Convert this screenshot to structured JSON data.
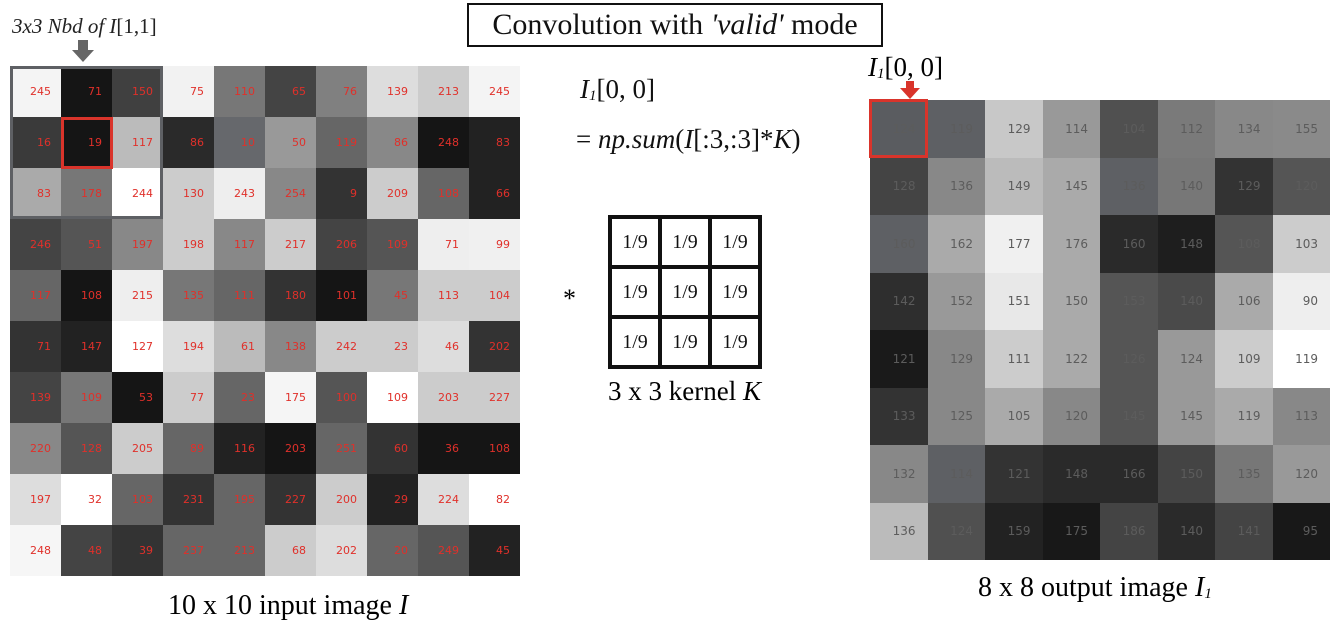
{
  "title": {
    "prefix": "Convolution with ",
    "mode": "'valid'",
    "suffix": " mode"
  },
  "nbd_label": {
    "text": "3x3 Nbd of ",
    "var": "I",
    "index": "[1,1]"
  },
  "formula": {
    "lhs_var": "I",
    "lhs_sub": "1",
    "lhs_index": "[0, 0]",
    "rhs_prefix": "= ",
    "rhs_fn": "np.sum",
    "rhs_open": "(",
    "rhs_var": "I",
    "rhs_slice": "[:3,:3]*",
    "rhs_k": "K",
    "rhs_close": ")"
  },
  "kernel": {
    "cells": [
      "1/9",
      "1/9",
      "1/9",
      "1/9",
      "1/9",
      "1/9",
      "1/9",
      "1/9",
      "1/9"
    ],
    "operator": "*",
    "caption": "3 x 3 kernel ",
    "caption_var": "K"
  },
  "output_label": {
    "var": "I",
    "sub": "1",
    "index": "[0, 0]"
  },
  "input_caption": {
    "text": "10 x 10  input image ",
    "var": "I"
  },
  "output_caption": {
    "text": "8 x 8 output image ",
    "var": "I",
    "sub": "1"
  },
  "colors": {
    "highlight": "#d9342b",
    "neighborhood": "#5e6064",
    "input_text": "#e0302a",
    "output_text": "#5c5c5c"
  },
  "input_image": {
    "values": [
      [
        245,
        71,
        150,
        75,
        110,
        65,
        76,
        139,
        213,
        245
      ],
      [
        16,
        19,
        117,
        86,
        10,
        50,
        119,
        86,
        248,
        83
      ],
      [
        83,
        178,
        244,
        130,
        243,
        254,
        9,
        209,
        108,
        66
      ],
      [
        246,
        51,
        197,
        198,
        117,
        217,
        206,
        109,
        71,
        99
      ],
      [
        117,
        108,
        215,
        135,
        111,
        180,
        101,
        45,
        113,
        104
      ],
      [
        71,
        147,
        127,
        194,
        61,
        138,
        242,
        23,
        46,
        202
      ],
      [
        139,
        109,
        53,
        77,
        23,
        175,
        100,
        109,
        203,
        227
      ],
      [
        220,
        128,
        205,
        89,
        116,
        203,
        251,
        60,
        36,
        108
      ],
      [
        197,
        32,
        103,
        231,
        195,
        227,
        200,
        29,
        224,
        82
      ],
      [
        248,
        48,
        39,
        237,
        213,
        68,
        202,
        20,
        249,
        45
      ]
    ],
    "shades": [
      [
        "#f4f4f4",
        "#151515",
        "#404040",
        "#f2f2f2",
        "#777777",
        "#444444",
        "#808080",
        "#dddddd",
        "#cccccc",
        "#f4f4f4"
      ],
      [
        "#3a3a3a",
        "#151515",
        "#bbbbbb",
        "#2a2a2a",
        "#66686c",
        "#999999",
        "#666666",
        "#888888",
        "#151515",
        "#222222"
      ],
      [
        "#aaaaaa",
        "#777777",
        "#ffffff",
        "#cccccc",
        "#eeeeee",
        "#888888",
        "#333333",
        "#cccccc",
        "#666666",
        "#222222"
      ],
      [
        "#444444",
        "#555555",
        "#888888",
        "#cccccc",
        "#888888",
        "#cccccc",
        "#444444",
        "#555555",
        "#eeeeee",
        "#f0f0f0"
      ],
      [
        "#666666",
        "#151515",
        "#eeeeee",
        "#777777",
        "#666666",
        "#333333",
        "#151515",
        "#777777",
        "#cccccc",
        "#cccccc"
      ],
      [
        "#333333",
        "#222222",
        "#ffffff",
        "#dddddd",
        "#bbbbbb",
        "#888888",
        "#cccccc",
        "#cccccc",
        "#dddddd",
        "#333333"
      ],
      [
        "#444444",
        "#777777",
        "#151515",
        "#cccccc",
        "#666666",
        "#f5f5f5",
        "#555555",
        "#ffffff",
        "#cccccc",
        "#cccccc"
      ],
      [
        "#888888",
        "#555555",
        "#cccccc",
        "#666666",
        "#222222",
        "#151515",
        "#666666",
        "#333333",
        "#151515",
        "#151515"
      ],
      [
        "#dddddd",
        "#ffffff",
        "#666666",
        "#333333",
        "#666666",
        "#333333",
        "#cccccc",
        "#222222",
        "#dddddd",
        "#ffffff"
      ],
      [
        "#f6f6f6",
        "#444444",
        "#333333",
        "#666666",
        "#666666",
        "#cccccc",
        "#dddddd",
        "#666666",
        "#555555",
        "#222222"
      ]
    ]
  },
  "output_image": {
    "values": [
      [
        124,
        119,
        129,
        114,
        104,
        112,
        134,
        155
      ],
      [
        128,
        136,
        149,
        145,
        136,
        140,
        129,
        120
      ],
      [
        160,
        162,
        177,
        176,
        160,
        148,
        108,
        103
      ],
      [
        142,
        152,
        151,
        150,
        153,
        140,
        106,
        90
      ],
      [
        121,
        129,
        111,
        122,
        126,
        124,
        109,
        119
      ],
      [
        133,
        125,
        105,
        120,
        145,
        145,
        119,
        113
      ],
      [
        132,
        114,
        121,
        148,
        166,
        150,
        135,
        120
      ],
      [
        136,
        124,
        159,
        175,
        186,
        140,
        141,
        95
      ]
    ],
    "shades": [
      [
        "#5a5c60",
        "#5e6064",
        "#c8c8c8",
        "#999999",
        "#505050",
        "#7a7a7a",
        "#888888",
        "#8a8a8a"
      ],
      [
        "#444444",
        "#888888",
        "#bbbbbb",
        "#aaaaaa",
        "#5e6064",
        "#777777",
        "#333333",
        "#555555"
      ],
      [
        "#5e6064",
        "#aaaaaa",
        "#f0f0f0",
        "#aaaaaa",
        "#2a2a2a",
        "#1e1e1e",
        "#555555",
        "#cccccc"
      ],
      [
        "#2e2e2e",
        "#999999",
        "#e8e8e8",
        "#aaaaaa",
        "#555555",
        "#4a4a4a",
        "#aaaaaa",
        "#eeeeee"
      ],
      [
        "#1a1a1a",
        "#888888",
        "#cccccc",
        "#aaaaaa",
        "#555555",
        "#999999",
        "#cccccc",
        "#ffffff"
      ],
      [
        "#333333",
        "#888888",
        "#aaaaaa",
        "#888888",
        "#555555",
        "#999999",
        "#aaaaaa",
        "#888888"
      ],
      [
        "#888888",
        "#5e6064",
        "#333333",
        "#2a2a2a",
        "#2a2a2a",
        "#444444",
        "#777777",
        "#999999"
      ],
      [
        "#bbbbbb",
        "#505050",
        "#222222",
        "#181818",
        "#444444",
        "#2a2a2a",
        "#444444",
        "#181818"
      ]
    ]
  }
}
